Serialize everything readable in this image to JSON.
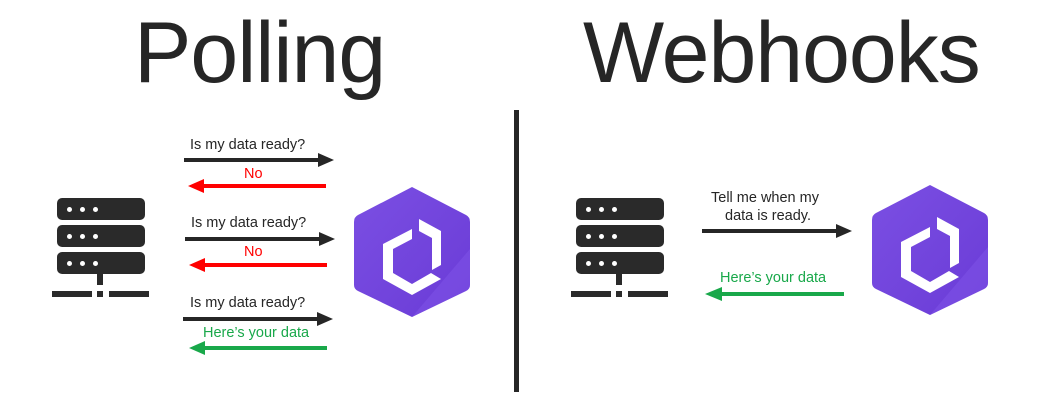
{
  "titles": {
    "left": "Polling",
    "right": "Webhooks"
  },
  "colors": {
    "text": "#262626",
    "request_arrow": "#262626",
    "negative_reply": "#ff0000",
    "positive_reply": "#19a84a",
    "logo_purple": "#7443dc"
  },
  "polling": {
    "client_icon": "server-icon",
    "service_icon": "hexagon-logo-icon",
    "exchanges": [
      {
        "request": "Is my data ready?",
        "reply": "No",
        "reply_status": "negative"
      },
      {
        "request": "Is my data ready?",
        "reply": "No",
        "reply_status": "negative"
      },
      {
        "request": "Is my data ready?",
        "reply": "Here’s your data",
        "reply_status": "positive"
      }
    ]
  },
  "webhooks": {
    "client_icon": "server-icon",
    "service_icon": "hexagon-logo-icon",
    "request_line1": "Tell me when my",
    "request_line2": "data is ready.",
    "reply": "Here’s your data"
  }
}
